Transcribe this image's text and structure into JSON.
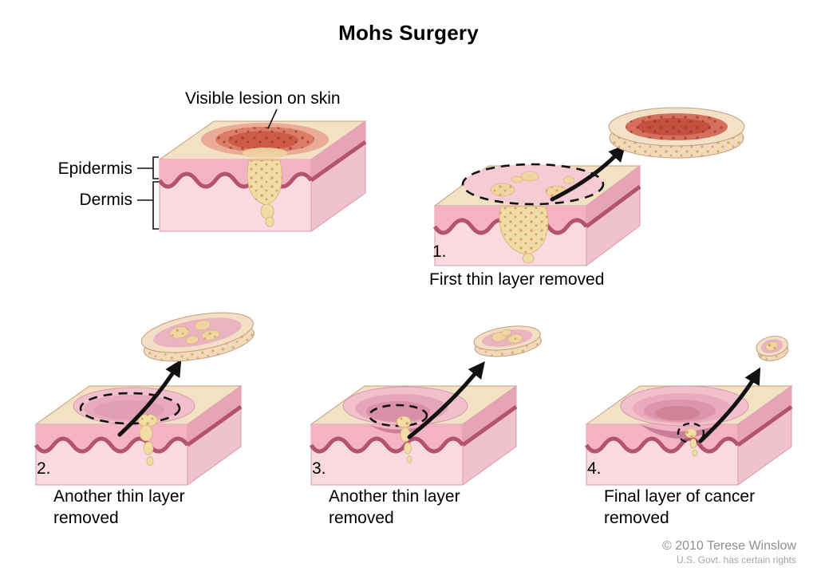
{
  "title": "Mohs Surgery",
  "intro": {
    "lesion_label": "Visible lesion on skin",
    "epidermis_label": "Epidermis",
    "dermis_label": "Dermis"
  },
  "steps": [
    {
      "number": "1.",
      "caption": "First thin layer removed"
    },
    {
      "number": "2.",
      "caption": "Another thin layer removed"
    },
    {
      "number": "3.",
      "caption": "Another thin layer removed"
    },
    {
      "number": "4.",
      "caption": "Final layer of cancer removed"
    }
  ],
  "credit": {
    "line1": "© 2010 Terese Winslow",
    "line2": "U.S. Govt. has certain rights"
  },
  "colors": {
    "skin_top_cream": "#f3e1c4",
    "epidermis_pink": "#f3b3c4",
    "dermis_pink": "#f9dae1",
    "boundary_line": "#b4536e",
    "lesion_red": "#cc5b48",
    "tumor_yellow": "#f2dca6",
    "exposed_dermis": "#f2bfcc",
    "arrow_black": "#111111",
    "text_black": "#000000",
    "credit_gray": "#8f8f8f"
  }
}
